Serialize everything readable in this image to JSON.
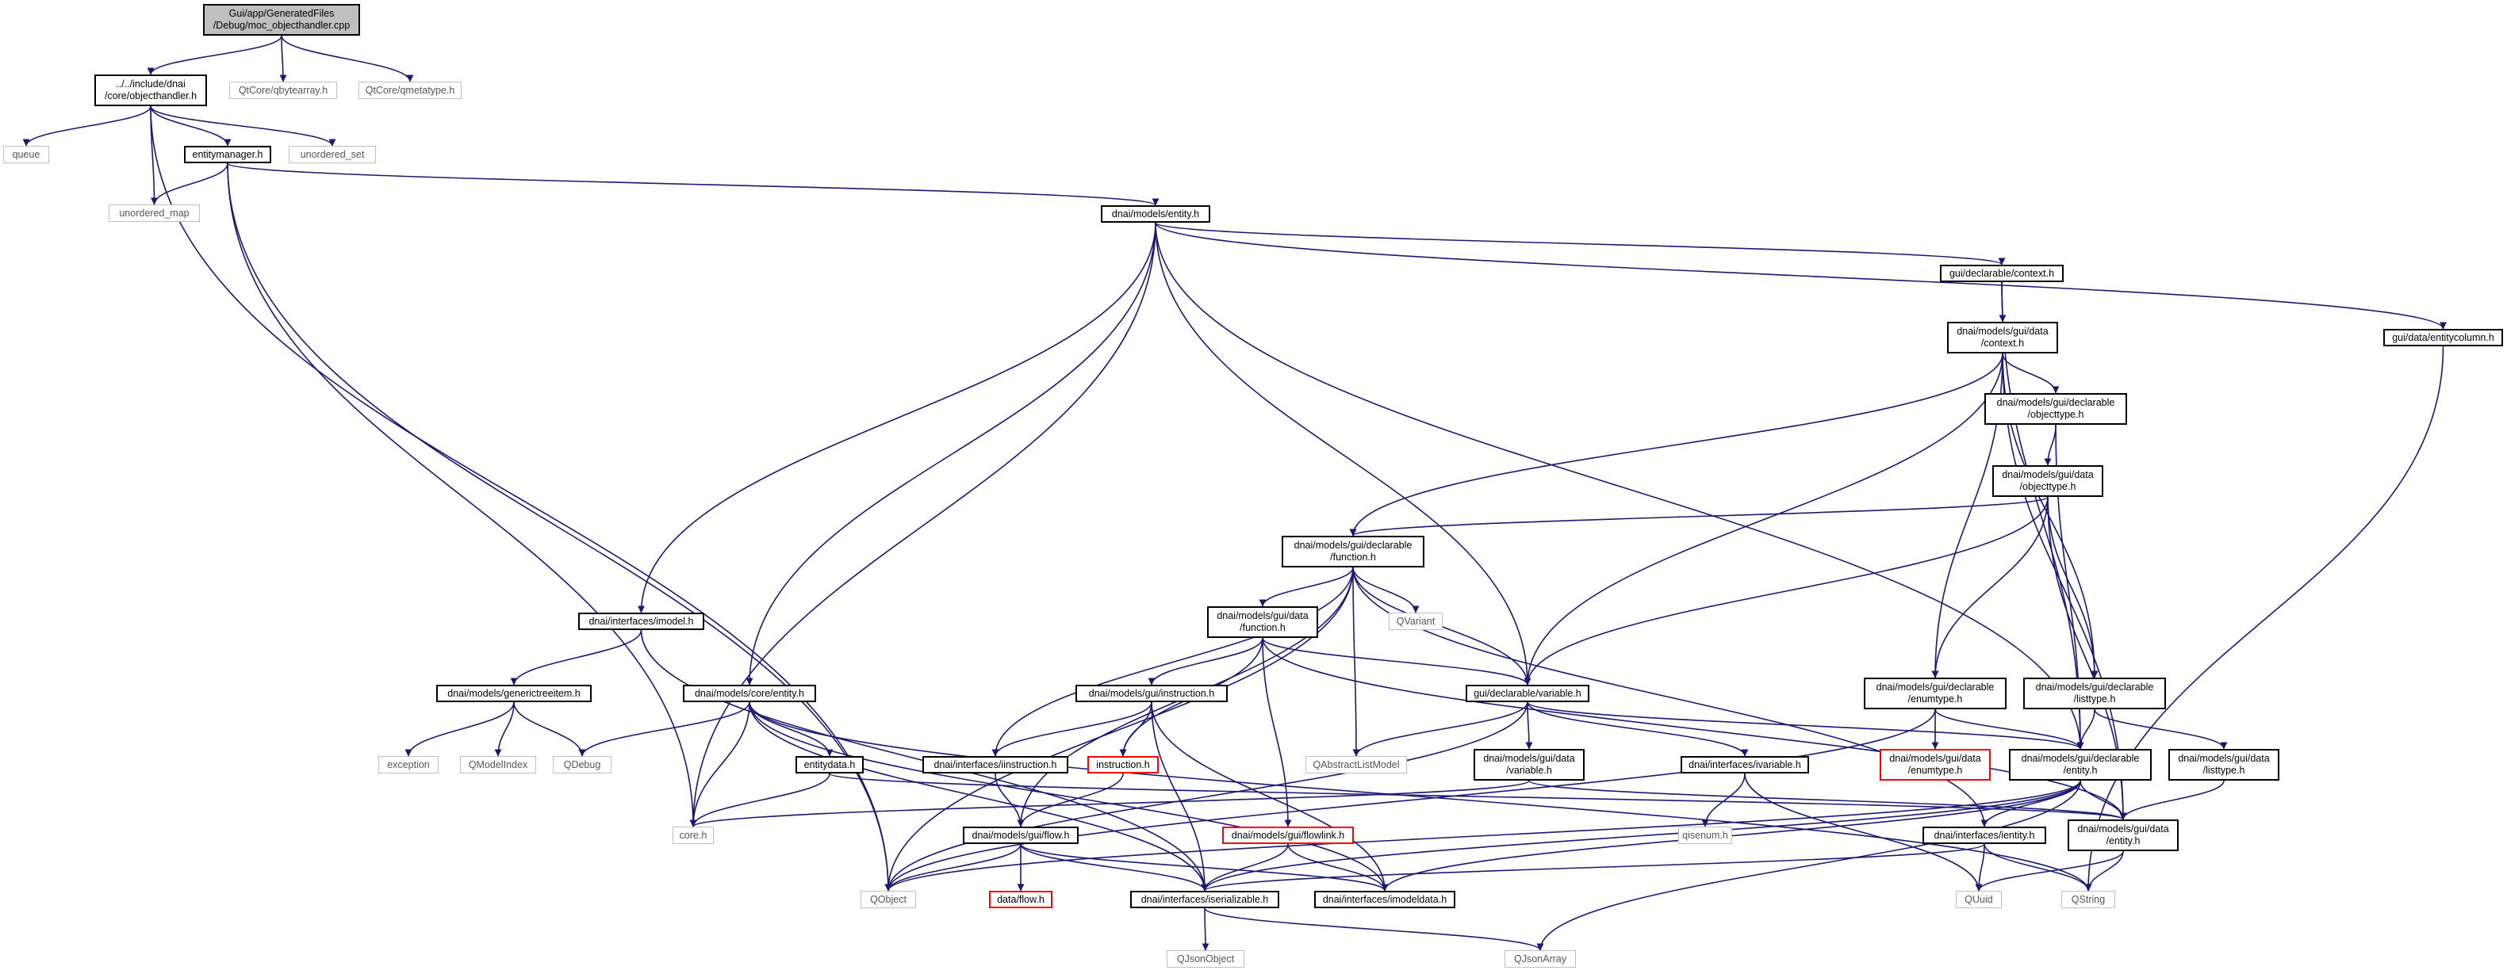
{
  "colors": {
    "edge": "#191970",
    "root_fill": "#bfbfbf",
    "internal_border": "#000000",
    "external_border": "#bfbfbf",
    "missing_border": "#ff0000"
  },
  "nodes": [
    {
      "id": "n_root",
      "kind": "root",
      "lines": [
        "Gui/app/GeneratedFiles",
        "/Debug/moc_objecthandler.cpp"
      ]
    },
    {
      "id": "n_objecthandler",
      "kind": "internal",
      "lines": [
        "../../include/dnai",
        "/core/objecthandler.h"
      ]
    },
    {
      "id": "n_qbytearray",
      "kind": "external",
      "lines": [
        "QtCore/qbytearray.h"
      ]
    },
    {
      "id": "n_qmetatype",
      "kind": "external",
      "lines": [
        "QtCore/qmetatype.h"
      ]
    },
    {
      "id": "n_queue",
      "kind": "external",
      "lines": [
        "queue"
      ]
    },
    {
      "id": "n_entitymanager",
      "kind": "internal",
      "lines": [
        "entitymanager.h"
      ]
    },
    {
      "id": "n_unordered_set",
      "kind": "external",
      "lines": [
        "unordered_set"
      ]
    },
    {
      "id": "n_unordered_map",
      "kind": "external",
      "lines": [
        "unordered_map"
      ]
    },
    {
      "id": "n_entity_h",
      "kind": "internal",
      "lines": [
        "dnai/models/entity.h"
      ]
    },
    {
      "id": "n_context_h",
      "kind": "internal",
      "lines": [
        "gui/declarable/context.h"
      ]
    },
    {
      "id": "n_entitycolumn",
      "kind": "internal",
      "lines": [
        "gui/data/entitycolumn.h"
      ]
    },
    {
      "id": "n_data_context",
      "kind": "internal",
      "lines": [
        "dnai/models/gui/data",
        "/context.h"
      ]
    },
    {
      "id": "n_decl_objecttype",
      "kind": "internal",
      "lines": [
        "dnai/models/gui/declarable",
        "/objecttype.h"
      ]
    },
    {
      "id": "n_data_objecttype",
      "kind": "internal",
      "lines": [
        "dnai/models/gui/data",
        "/objecttype.h"
      ]
    },
    {
      "id": "n_decl_function",
      "kind": "internal",
      "lines": [
        "dnai/models/gui/declarable",
        "/function.h"
      ]
    },
    {
      "id": "n_qvariant",
      "kind": "external",
      "lines": [
        "QVariant"
      ]
    },
    {
      "id": "n_imodel",
      "kind": "internal",
      "lines": [
        "dnai/interfaces/imodel.h"
      ]
    },
    {
      "id": "n_data_function",
      "kind": "internal",
      "lines": [
        "dnai/models/gui/data",
        "/function.h"
      ]
    },
    {
      "id": "n_generictreeitem",
      "kind": "internal",
      "lines": [
        "dnai/models/generictreeitem.h"
      ]
    },
    {
      "id": "n_core_entity",
      "kind": "internal",
      "lines": [
        "dnai/models/core/entity.h"
      ]
    },
    {
      "id": "n_gui_instruction",
      "kind": "internal",
      "lines": [
        "dnai/models/gui/instruction.h"
      ]
    },
    {
      "id": "n_decl_variable",
      "kind": "internal",
      "lines": [
        "gui/declarable/variable.h"
      ]
    },
    {
      "id": "n_decl_enumtype",
      "kind": "internal",
      "lines": [
        "dnai/models/gui/declarable",
        "/enumtype.h"
      ]
    },
    {
      "id": "n_decl_listtype",
      "kind": "internal",
      "lines": [
        "dnai/models/gui/declarable",
        "/listtype.h"
      ]
    },
    {
      "id": "n_exception",
      "kind": "external",
      "lines": [
        "exception"
      ]
    },
    {
      "id": "n_qmodelindex",
      "kind": "external",
      "lines": [
        "QModelIndex"
      ]
    },
    {
      "id": "n_qdebug",
      "kind": "external",
      "lines": [
        "QDebug"
      ]
    },
    {
      "id": "n_entitydata",
      "kind": "internal",
      "lines": [
        "entitydata.h"
      ]
    },
    {
      "id": "n_iinstruction",
      "kind": "internal",
      "lines": [
        "dnai/interfaces/iinstruction.h"
      ]
    },
    {
      "id": "n_instruction_red",
      "kind": "missing",
      "lines": [
        "instruction.h"
      ]
    },
    {
      "id": "n_qabstractlistmodel",
      "kind": "external",
      "lines": [
        "QAbstractListModel"
      ]
    },
    {
      "id": "n_data_variable",
      "kind": "internal",
      "lines": [
        "dnai/models/gui/data",
        "/variable.h"
      ]
    },
    {
      "id": "n_ivariable",
      "kind": "internal",
      "lines": [
        "dnai/interfaces/ivariable.h"
      ]
    },
    {
      "id": "n_data_enumtype",
      "kind": "missing",
      "lines": [
        "dnai/models/gui/data",
        "/enumtype.h"
      ]
    },
    {
      "id": "n_decl_entity",
      "kind": "internal",
      "lines": [
        "dnai/models/gui/declarable",
        "/entity.h"
      ]
    },
    {
      "id": "n_data_listtype",
      "kind": "internal",
      "lines": [
        "dnai/models/gui/data",
        "/listtype.h"
      ]
    },
    {
      "id": "n_core_h",
      "kind": "external",
      "lines": [
        "core.h"
      ]
    },
    {
      "id": "n_flow_h",
      "kind": "internal",
      "lines": [
        "dnai/models/gui/flow.h"
      ]
    },
    {
      "id": "n_flowlink",
      "kind": "missing",
      "lines": [
        "dnai/models/gui/flowlink.h"
      ]
    },
    {
      "id": "n_qisenum",
      "kind": "external",
      "lines": [
        "qisenum.h"
      ]
    },
    {
      "id": "n_ientity",
      "kind": "internal",
      "lines": [
        "dnai/interfaces/ientity.h"
      ]
    },
    {
      "id": "n_data_entity",
      "kind": "internal",
      "lines": [
        "dnai/models/gui/data",
        "/entity.h"
      ]
    },
    {
      "id": "n_qobject",
      "kind": "external",
      "lines": [
        "QObject"
      ]
    },
    {
      "id": "n_dataflow",
      "kind": "missing",
      "lines": [
        "data/flow.h"
      ]
    },
    {
      "id": "n_iserializable",
      "kind": "internal",
      "lines": [
        "dnai/interfaces/iserializable.h"
      ]
    },
    {
      "id": "n_imodeldata",
      "kind": "internal",
      "lines": [
        "dnai/interfaces/imodeldata.h"
      ]
    },
    {
      "id": "n_quuid",
      "kind": "external",
      "lines": [
        "QUuid"
      ]
    },
    {
      "id": "n_qstring",
      "kind": "external",
      "lines": [
        "QString"
      ]
    },
    {
      "id": "n_qjsonobject",
      "kind": "external",
      "lines": [
        "QJsonObject"
      ]
    },
    {
      "id": "n_qjsonarray",
      "kind": "external",
      "lines": [
        "QJsonArray"
      ]
    }
  ],
  "edges": [
    [
      "n_root",
      "n_objecthandler"
    ],
    [
      "n_root",
      "n_qbytearray"
    ],
    [
      "n_root",
      "n_qmetatype"
    ],
    [
      "n_objecthandler",
      "n_queue"
    ],
    [
      "n_objecthandler",
      "n_entitymanager"
    ],
    [
      "n_objecthandler",
      "n_unordered_set"
    ],
    [
      "n_objecthandler",
      "n_unordered_map"
    ],
    [
      "n_objecthandler",
      "n_qobject"
    ],
    [
      "n_entitymanager",
      "n_unordered_map"
    ],
    [
      "n_entitymanager",
      "n_entity_h"
    ],
    [
      "n_entitymanager",
      "n_core_h"
    ],
    [
      "n_entitymanager",
      "n_qobject"
    ],
    [
      "n_entity_h",
      "n_context_h"
    ],
    [
      "n_entity_h",
      "n_entitycolumn"
    ],
    [
      "n_entity_h",
      "n_imodel"
    ],
    [
      "n_entity_h",
      "n_core_entity"
    ],
    [
      "n_entity_h",
      "n_decl_variable"
    ],
    [
      "n_entity_h",
      "n_core_h"
    ],
    [
      "n_entity_h",
      "n_decl_entity"
    ],
    [
      "n_context_h",
      "n_data_context"
    ],
    [
      "n_context_h",
      "n_decl_entity"
    ],
    [
      "n_entitycolumn",
      "n_qstring"
    ],
    [
      "n_data_context",
      "n_decl_objecttype"
    ],
    [
      "n_data_context",
      "n_decl_function"
    ],
    [
      "n_data_context",
      "n_decl_variable"
    ],
    [
      "n_data_context",
      "n_decl_enumtype"
    ],
    [
      "n_data_context",
      "n_decl_listtype"
    ],
    [
      "n_data_context",
      "n_data_entity"
    ],
    [
      "n_decl_objecttype",
      "n_data_objecttype"
    ],
    [
      "n_decl_objecttype",
      "n_decl_entity"
    ],
    [
      "n_data_objecttype",
      "n_decl_function"
    ],
    [
      "n_data_objecttype",
      "n_decl_variable"
    ],
    [
      "n_data_objecttype",
      "n_decl_enumtype"
    ],
    [
      "n_data_objecttype",
      "n_decl_listtype"
    ],
    [
      "n_data_objecttype",
      "n_data_entity"
    ],
    [
      "n_decl_function",
      "n_data_function"
    ],
    [
      "n_decl_function",
      "n_qvariant"
    ],
    [
      "n_decl_function",
      "n_qabstractlistmodel"
    ],
    [
      "n_decl_function",
      "n_iinstruction"
    ],
    [
      "n_decl_function",
      "n_flow_h"
    ],
    [
      "n_decl_function",
      "n_decl_variable"
    ],
    [
      "n_decl_function",
      "n_ientity"
    ],
    [
      "n_decl_function",
      "n_qobject"
    ],
    [
      "n_imodel",
      "n_generictreeitem"
    ],
    [
      "n_imodel",
      "n_iserializable"
    ],
    [
      "n_data_function",
      "n_gui_instruction"
    ],
    [
      "n_data_function",
      "n_instruction_red"
    ],
    [
      "n_data_function",
      "n_flowlink"
    ],
    [
      "n_data_function",
      "n_decl_variable"
    ],
    [
      "n_data_function",
      "n_data_entity"
    ],
    [
      "n_generictreeitem",
      "n_exception"
    ],
    [
      "n_generictreeitem",
      "n_qmodelindex"
    ],
    [
      "n_generictreeitem",
      "n_qdebug"
    ],
    [
      "n_core_entity",
      "n_qdebug"
    ],
    [
      "n_core_entity",
      "n_entitydata"
    ],
    [
      "n_core_entity",
      "n_core_h"
    ],
    [
      "n_core_entity",
      "n_iserializable"
    ],
    [
      "n_core_entity",
      "n_imodeldata"
    ],
    [
      "n_core_entity",
      "n_qstring"
    ],
    [
      "n_gui_instruction",
      "n_iinstruction"
    ],
    [
      "n_gui_instruction",
      "n_instruction_red"
    ],
    [
      "n_gui_instruction",
      "n_iserializable"
    ],
    [
      "n_gui_instruction",
      "n_imodeldata"
    ],
    [
      "n_instruction_red",
      "n_flow_h"
    ],
    [
      "n_iinstruction",
      "n_flow_h"
    ],
    [
      "n_entitydata",
      "n_core_h"
    ],
    [
      "n_entitydata",
      "n_data_entity"
    ],
    [
      "n_decl_variable",
      "n_qabstractlistmodel"
    ],
    [
      "n_decl_variable",
      "n_data_variable"
    ],
    [
      "n_decl_variable",
      "n_ivariable"
    ],
    [
      "n_decl_variable",
      "n_decl_entity"
    ],
    [
      "n_decl_variable",
      "n_qobject"
    ],
    [
      "n_data_variable",
      "n_core_h"
    ],
    [
      "n_data_variable",
      "n_data_entity"
    ],
    [
      "n_ivariable",
      "n_qisenum"
    ],
    [
      "n_ivariable",
      "n_quuid"
    ],
    [
      "n_decl_enumtype",
      "n_data_enumtype"
    ],
    [
      "n_decl_enumtype",
      "n_decl_entity"
    ],
    [
      "n_decl_enumtype",
      "n_qobject"
    ],
    [
      "n_decl_listtype",
      "n_decl_entity"
    ],
    [
      "n_decl_listtype",
      "n_data_listtype"
    ],
    [
      "n_data_listtype",
      "n_data_entity"
    ],
    [
      "n_decl_entity",
      "n_ientity"
    ],
    [
      "n_decl_entity",
      "n_data_entity"
    ],
    [
      "n_decl_entity",
      "n_qjsonarray"
    ],
    [
      "n_decl_entity",
      "n_imodeldata"
    ],
    [
      "n_decl_entity",
      "n_qobject"
    ],
    [
      "n_decl_entity",
      "n_iserializable"
    ],
    [
      "n_data_entity",
      "n_quuid"
    ],
    [
      "n_data_entity",
      "n_qstring"
    ],
    [
      "n_ientity",
      "n_iserializable"
    ],
    [
      "n_ientity",
      "n_quuid"
    ],
    [
      "n_ientity",
      "n_qstring"
    ],
    [
      "n_flow_h",
      "n_qobject"
    ],
    [
      "n_flow_h",
      "n_dataflow"
    ],
    [
      "n_flow_h",
      "n_iserializable"
    ],
    [
      "n_flow_h",
      "n_imodeldata"
    ],
    [
      "n_flowlink",
      "n_iserializable"
    ],
    [
      "n_flowlink",
      "n_imodeldata"
    ],
    [
      "n_iserializable",
      "n_qjsonobject"
    ],
    [
      "n_iserializable",
      "n_qjsonarray"
    ]
  ]
}
